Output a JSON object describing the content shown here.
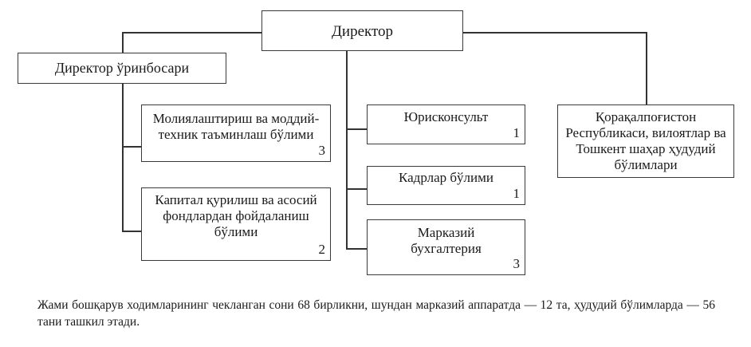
{
  "org_chart": {
    "director": {
      "label": "Директор"
    },
    "deputy": {
      "label": "Директор ўринбосари"
    },
    "deputy_units": [
      {
        "label": "Молиялаштириш ва моддий-техник таъминлаш бўлими",
        "count": "3"
      },
      {
        "label": "Капитал қурилиш ва асосий фондлардан фойдаланиш бўлими",
        "count": "2"
      }
    ],
    "director_units": [
      {
        "label": "Юрисконсульт",
        "count": "1"
      },
      {
        "label": "Кадрлар бўлими",
        "count": "1"
      },
      {
        "label": "Марказий бухгалтерия",
        "count": "3"
      }
    ],
    "regional": {
      "label": "Қорақалпоғистон Республикаси, вилоятлар ва Тошкент шаҳар ҳудудий бўлимлари"
    }
  },
  "note": "Жами бошқарув ходимларининг чекланган сони 68 бирликни, шундан марказий аппаратда — 12 та, ҳудудий бўлимларда — 56 тани ташкил этади."
}
